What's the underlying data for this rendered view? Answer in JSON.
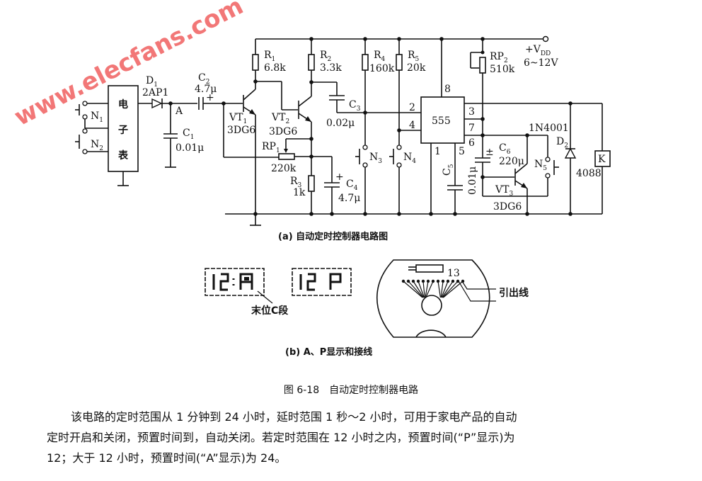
{
  "watermark": "www.elecfans.com",
  "circuit_a": {
    "caption": "(a) 自动定时控制器电路图",
    "clock_module": [
      "电",
      "子",
      "表"
    ],
    "node_a": "A",
    "supply": {
      "label": "+V",
      "sub": "DD",
      "range": "6~12V"
    },
    "ic": {
      "name": "555",
      "pins": [
        "8",
        "2",
        "4",
        "3",
        "7",
        "6",
        "1",
        "5"
      ]
    },
    "components": {
      "D1": {
        "ref": "D",
        "sub": "1",
        "value": "2AP1"
      },
      "C1": {
        "ref": "C",
        "sub": "1",
        "value": "0.01μ"
      },
      "C2": {
        "ref": "C",
        "sub": "2",
        "value": "4.7μ"
      },
      "C3": {
        "ref": "C",
        "sub": "3",
        "value": "0.02μ"
      },
      "C4": {
        "ref": "C",
        "sub": "4",
        "value": "4.7μ"
      },
      "C5": {
        "ref": "C",
        "sub": "5",
        "value": "0.01μ"
      },
      "C6": {
        "ref": "C",
        "sub": "6",
        "value": "220μ"
      },
      "R1": {
        "ref": "R",
        "sub": "1",
        "value": "6.8k"
      },
      "R2": {
        "ref": "R",
        "sub": "2",
        "value": "3.3k"
      },
      "R3": {
        "ref": "R",
        "sub": "3",
        "value": "1k"
      },
      "R4": {
        "ref": "R",
        "sub": "4",
        "value": "160k"
      },
      "R5": {
        "ref": "R",
        "sub": "5",
        "value": "20k"
      },
      "RP1": {
        "ref": "RP",
        "sub": "1",
        "value": "220k"
      },
      "RP2": {
        "ref": "RP",
        "sub": "2",
        "value": "510k"
      },
      "VT1": {
        "ref": "VT",
        "sub": "1",
        "value": "3DG6"
      },
      "VT2": {
        "ref": "VT",
        "sub": "2",
        "value": "3DG6"
      },
      "VT3": {
        "ref": "VT",
        "sub": "3",
        "value": "3DG6"
      },
      "D2": {
        "ref": "D",
        "sub": "2",
        "value": "1N4001"
      },
      "K": {
        "ref": "K",
        "value": "4088"
      },
      "N1": {
        "ref": "N",
        "sub": "1"
      },
      "N2": {
        "ref": "N",
        "sub": "2"
      },
      "N3": {
        "ref": "N",
        "sub": "3"
      },
      "N4": {
        "ref": "N",
        "sub": "4"
      },
      "N5": {
        "ref": "N",
        "sub": "5"
      }
    }
  },
  "circuit_b": {
    "caption": "(b) A、P显示和接线",
    "display_a": "12:A",
    "display_p": "12 P",
    "segment_note": "末位C段",
    "pin_count_label": "13",
    "lead_note": "引出线"
  },
  "figure_title": "图 6-18　自动定时控制器电路",
  "paragraph": [
    "该电路的定时范围从 1 分钟到 24 小时，延时范围 1 秒～2 小时，可用于家电产品的自动",
    "定时开启和关闭，预置时间到，自动关闭。若定时范围在 12 小时之内，预置时间(“P”显示)为",
    "12；大于 12 小时，预置时间(“A”显示)为 24。"
  ]
}
